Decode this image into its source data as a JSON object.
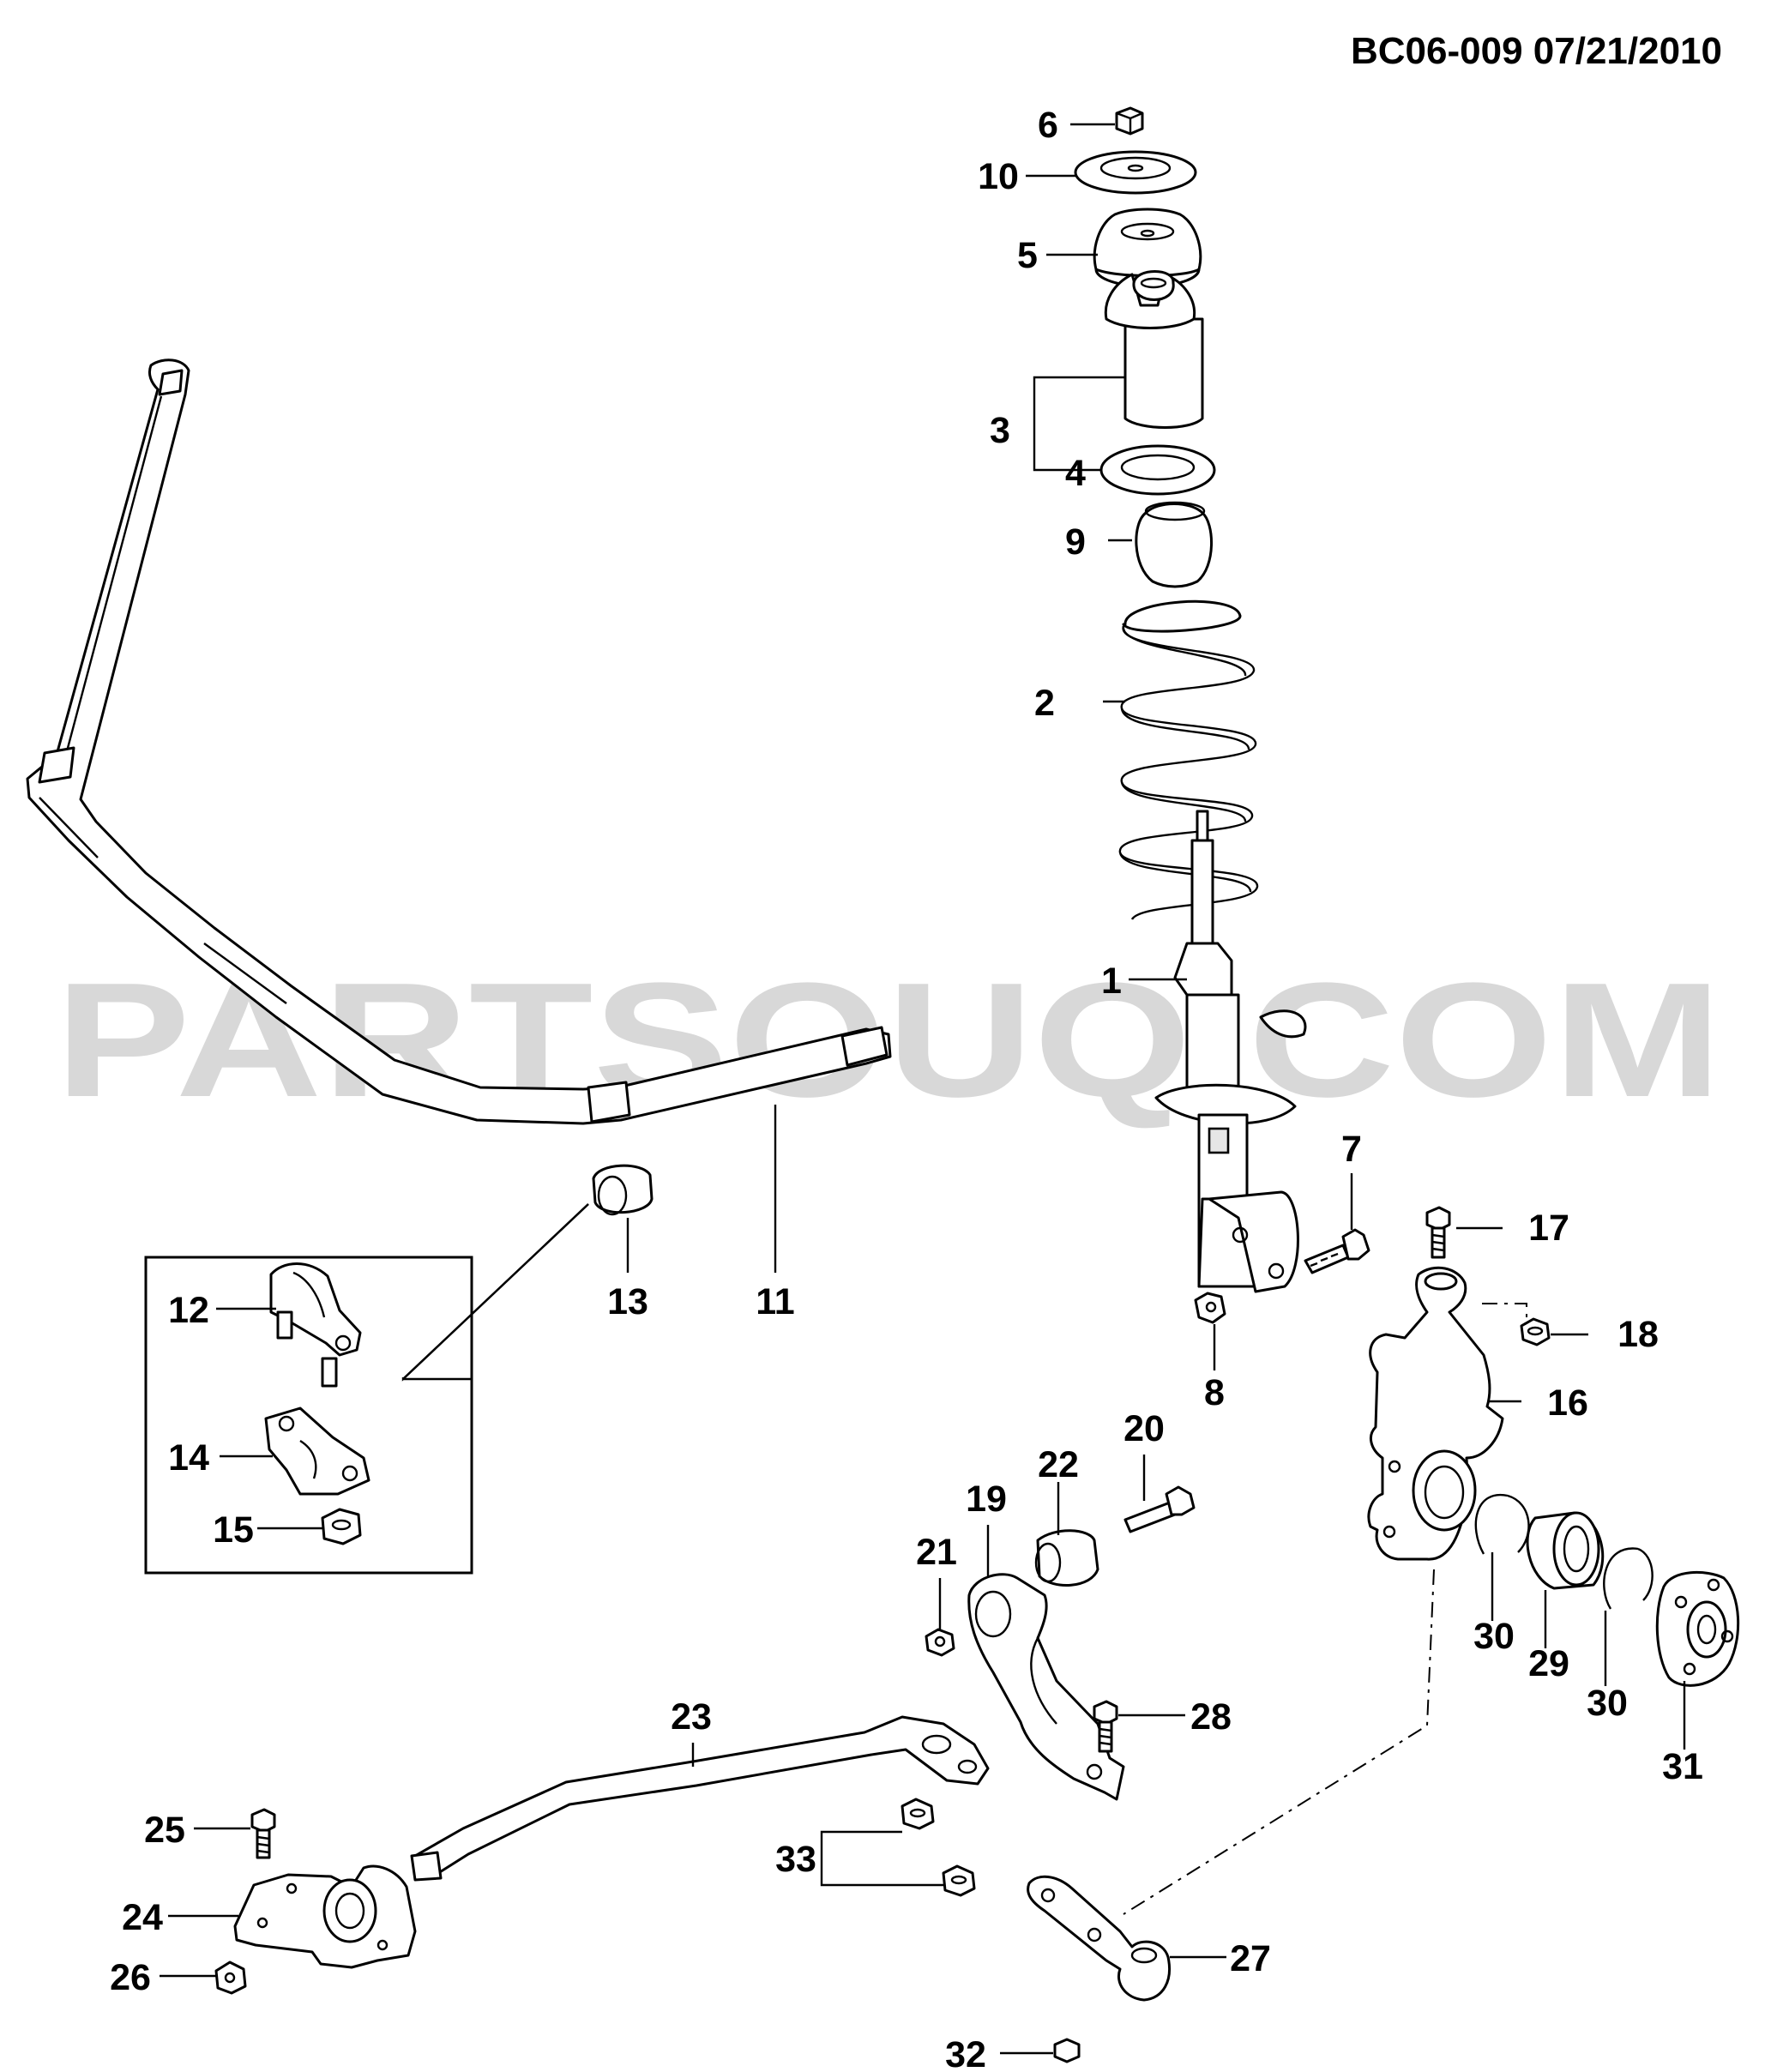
{
  "diagram_code": "BC06-009 07/21/2010",
  "watermark": "PARTSOUQ.COM",
  "callouts": {
    "c1": "1",
    "c2": "2",
    "c3": "3",
    "c4": "4",
    "c5": "5",
    "c6": "6",
    "c7": "7",
    "c8": "8",
    "c9": "9",
    "c10": "10",
    "c11": "11",
    "c12": "12",
    "c13": "13",
    "c14": "14",
    "c15": "15",
    "c16": "16",
    "c17": "17",
    "c18": "18",
    "c19": "19",
    "c20": "20",
    "c21": "21",
    "c22": "22",
    "c23": "23",
    "c24": "24",
    "c25": "25",
    "c26": "26",
    "c27": "27",
    "c28": "28",
    "c29": "29",
    "c30a": "30",
    "c30b": "30",
    "c31": "31",
    "c32": "32",
    "c33": "33"
  }
}
